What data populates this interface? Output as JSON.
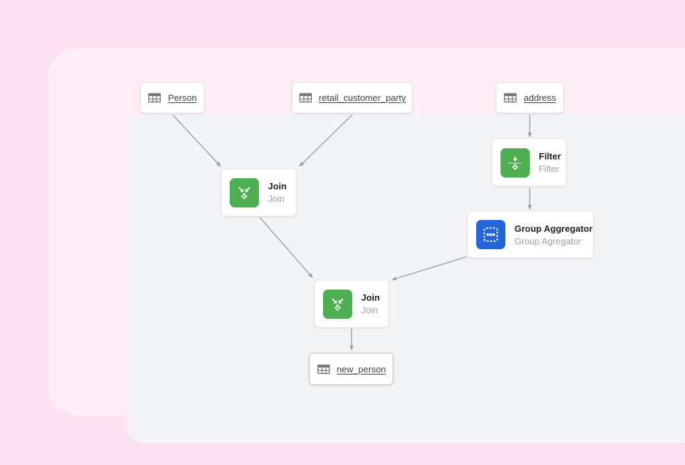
{
  "colors": {
    "page_background": "#fce1f1",
    "panel_background": "#fdeef6",
    "canvas_background": "#f3f4f5",
    "node_background": "#ffffff",
    "arrow": "#9aa0a6",
    "plugin_green": "#4caf50",
    "plugin_blue": "#2266dd",
    "title_text": "#202124",
    "subtitle_text": "#9aa0a6",
    "table_label_text": "#3c4043"
  },
  "icons": {
    "table": "table-grid-icon",
    "join": "merge-arrows-icon",
    "filter": "filter-arrows-icon",
    "group_aggregator": "dashed-group-icon"
  },
  "canvas": {
    "nodes": {
      "person": {
        "type": "table",
        "label": "Person"
      },
      "retail_customer_party": {
        "type": "table",
        "label": "retail_customer_party"
      },
      "address": {
        "type": "table",
        "label": "address"
      },
      "join_1": {
        "type": "plugin",
        "title": "Join",
        "subtitle": "Join"
      },
      "filter": {
        "type": "plugin",
        "title": "Filter",
        "subtitle": "Filter"
      },
      "group_aggregator": {
        "type": "plugin",
        "title": "Group Aggregator",
        "subtitle": "Group Agregator"
      },
      "join_2": {
        "type": "plugin",
        "title": "Join",
        "subtitle": "Join"
      },
      "new_person": {
        "type": "table",
        "label": "new_person"
      }
    },
    "edges": [
      {
        "from": "person",
        "to": "join_1"
      },
      {
        "from": "retail_customer_party",
        "to": "join_1"
      },
      {
        "from": "address",
        "to": "filter"
      },
      {
        "from": "filter",
        "to": "group_aggregator"
      },
      {
        "from": "join_1",
        "to": "join_2"
      },
      {
        "from": "group_aggregator",
        "to": "join_2"
      },
      {
        "from": "join_2",
        "to": "new_person"
      }
    ]
  }
}
